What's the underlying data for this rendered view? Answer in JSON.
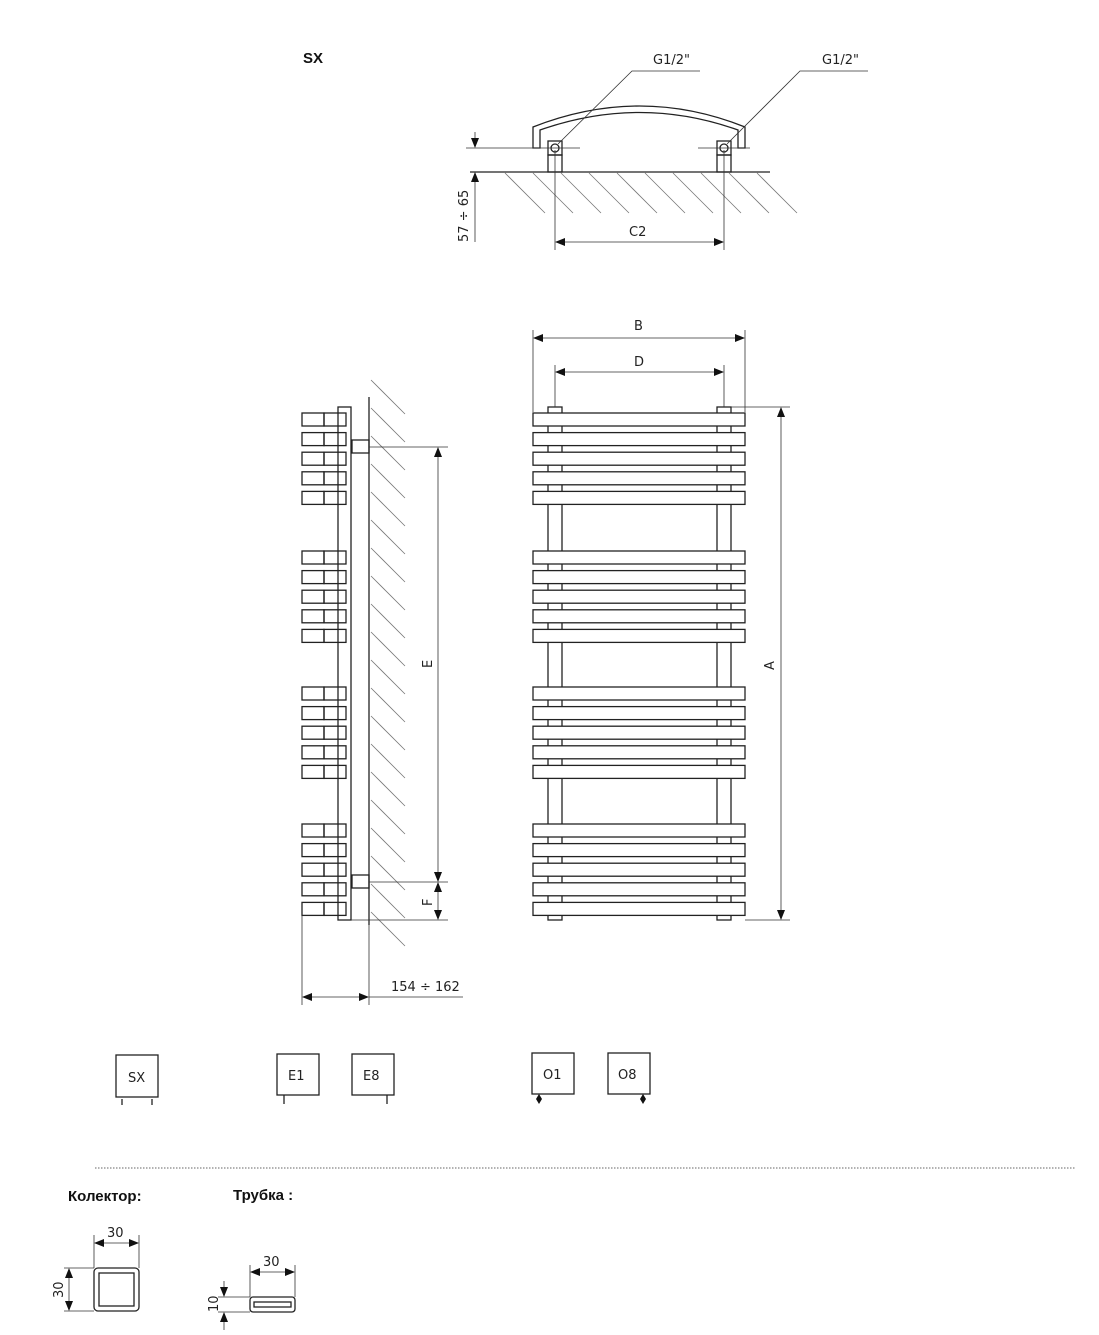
{
  "model_label": "SX",
  "top_view": {
    "thread_left": "G1/2\"",
    "thread_right": "G1/2\"",
    "wall_distance": "57 ÷ 65",
    "axis_spacing": "C2"
  },
  "front_view": {
    "width": "B",
    "axis_width": "D",
    "height": "A"
  },
  "side_view": {
    "axis_height": "E",
    "bottom_offset": "F",
    "depth": "154 ÷ 162"
  },
  "connection_options": [
    {
      "code": "SX"
    },
    {
      "code": "E1"
    },
    {
      "code": "E8"
    },
    {
      "code": "O1"
    },
    {
      "code": "O8"
    }
  ],
  "collector": {
    "title": "Колектор:",
    "width": "30",
    "height": "30"
  },
  "tube": {
    "title": "Трубка :",
    "width": "30",
    "height": "10"
  }
}
